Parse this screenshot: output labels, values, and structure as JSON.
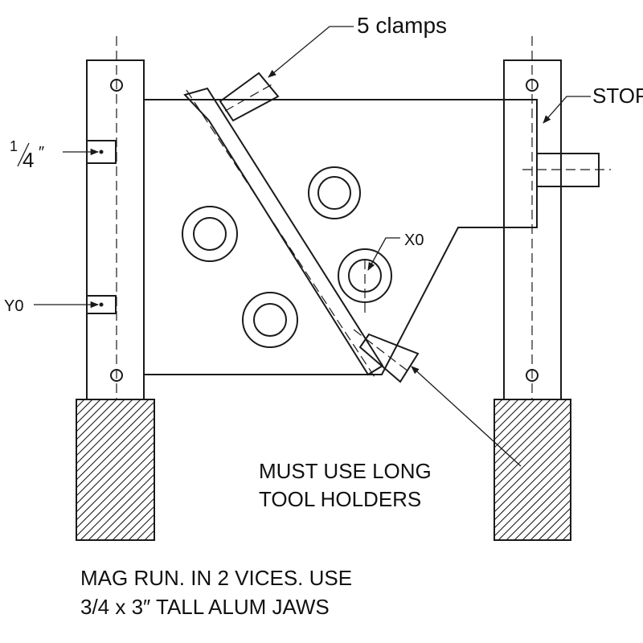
{
  "labels": {
    "clamps": "5 clamps",
    "stop": "STOP",
    "quarter_num": "1",
    "quarter_den": "4",
    "quarter_mark": "″",
    "x0": "X0",
    "y0": "Y0",
    "note_tool_1": "MUST USE LONG",
    "note_tool_2": "TOOL HOLDERS",
    "note_setup_1": "MAG RUN.  IN 2 VICES. USE",
    "note_setup_2": "3/4 x 3″ TALL ALUM JAWS"
  },
  "colors": {
    "ink": "#1a1a1a",
    "paper": "#ffffff"
  }
}
